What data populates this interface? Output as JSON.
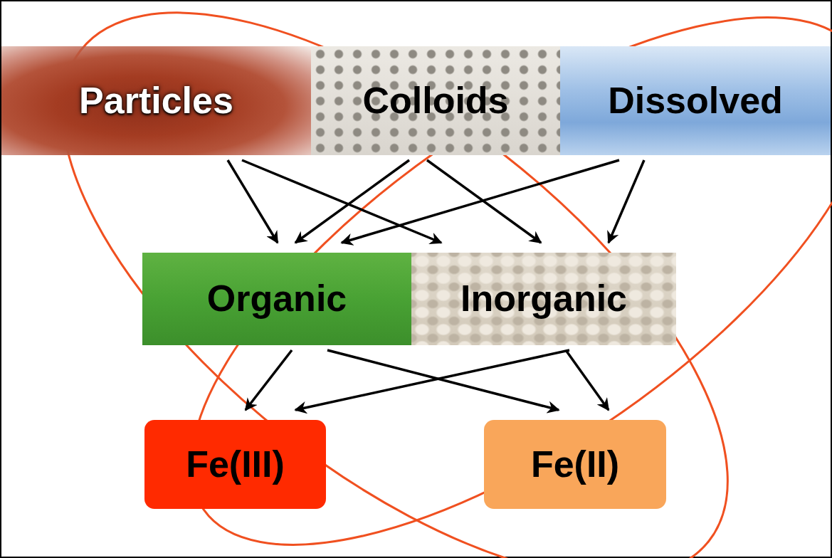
{
  "diagram": {
    "nodes": [
      {
        "text": [
          "Particles"
        ]
      },
      {
        "text": [
          "Colloids"
        ]
      },
      {
        "text": [
          "Dissolved"
        ]
      },
      {
        "text": [
          "Organic"
        ]
      },
      {
        "text": [
          "Inorganic"
        ]
      },
      {
        "text": [
          "Fe(III)"
        ]
      },
      {
        "text": [
          "Fe(II)"
        ]
      }
    ],
    "edges": [
      {
        "from": 0,
        "to": 3,
        "arrow": "to"
      },
      {
        "from": 0,
        "to": 4,
        "arrow": "to"
      },
      {
        "from": 1,
        "to": 3,
        "arrow": "to"
      },
      {
        "from": 1,
        "to": 4,
        "arrow": "to"
      },
      {
        "from": 2,
        "to": 3,
        "arrow": "to"
      },
      {
        "from": 2,
        "to": 4,
        "arrow": "to"
      },
      {
        "from": 3,
        "to": 5,
        "arrow": "to"
      },
      {
        "from": 3,
        "to": 6,
        "arrow": "to"
      },
      {
        "from": 4,
        "to": 5,
        "arrow": "to"
      },
      {
        "from": 4,
        "to": 6,
        "arrow": "to"
      }
    ]
  }
}
